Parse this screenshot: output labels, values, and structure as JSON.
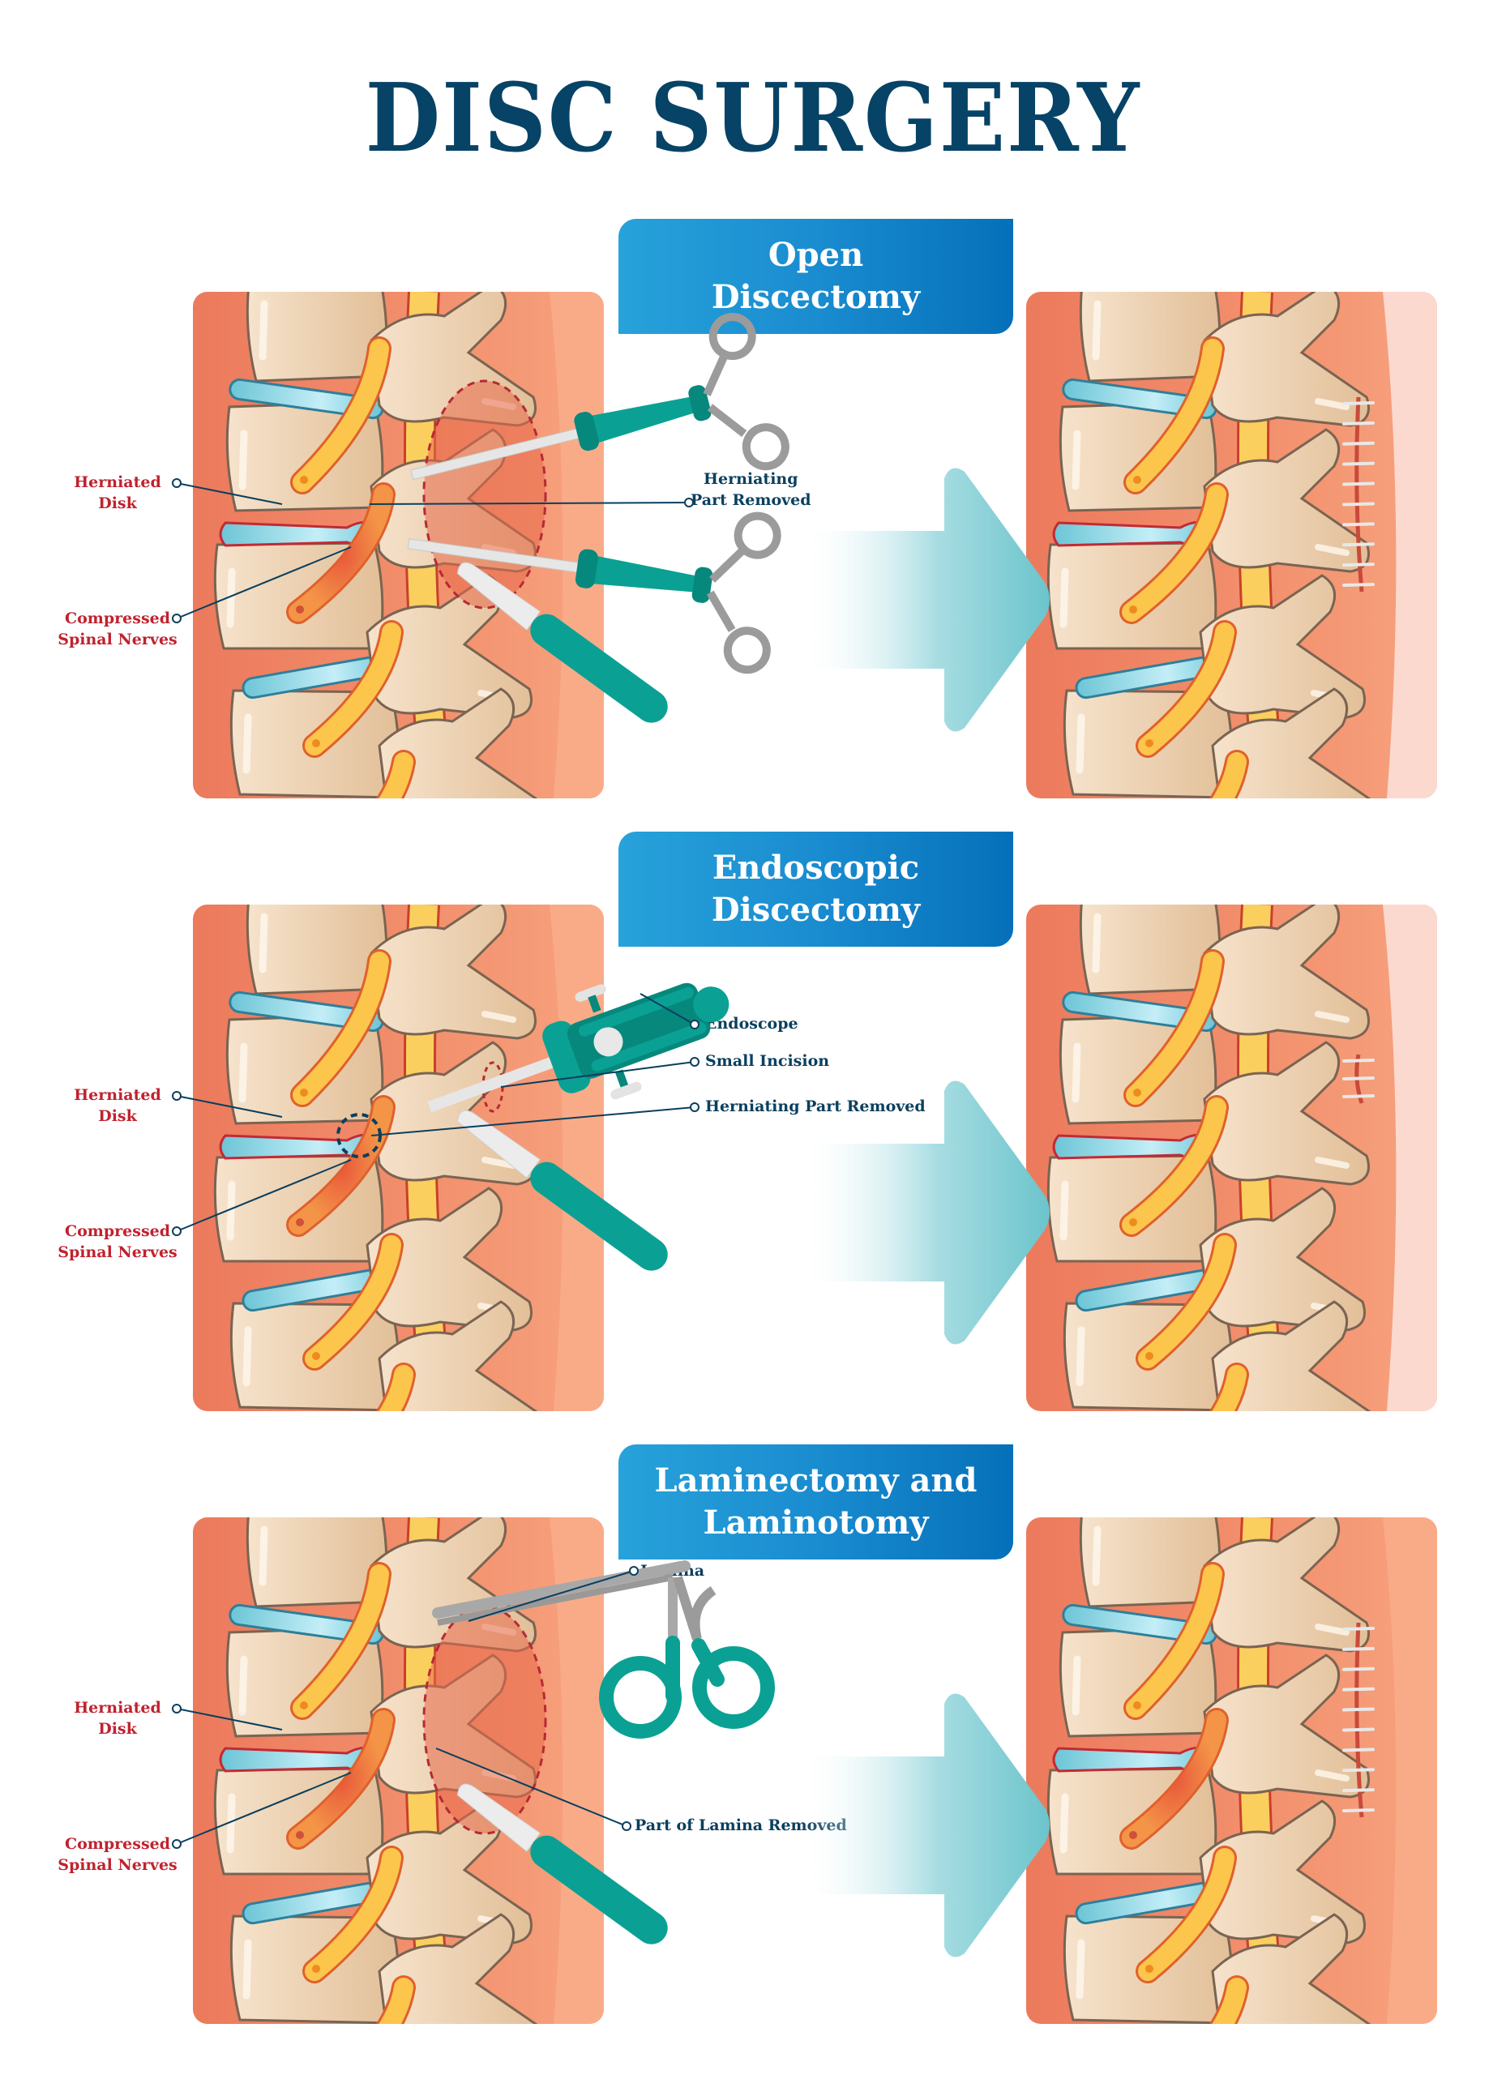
{
  "title": "DISC SURGERY",
  "colors": {
    "title": "#064366",
    "banner_start": "#27a2da",
    "banner_end": "#0570b9",
    "label_red": "#c0222e",
    "label_blue": "#0a3f5e",
    "panel_muscle": "#ee7f60",
    "bone": "#f2dcc2",
    "disc": "#8fd3e0",
    "nerve": "#fbc64a",
    "instrument": "#0aa194",
    "arrow": "#6fc4cc"
  },
  "sections": [
    {
      "heading_line1": "Open",
      "heading_line2": "Discectomy",
      "left_labels": {
        "herniated_line1": "Herniated",
        "herniated_line2": "Disk",
        "nerves_line1": "Compressed",
        "nerves_line2": "Spinal Nerves"
      },
      "callouts": [
        "Herniating",
        "Part Removed"
      ],
      "instruments": [
        "retractor-top",
        "retractor-bottom",
        "scalpel"
      ],
      "result": "sutured-long-incision"
    },
    {
      "heading_line1": "Endoscopic",
      "heading_line2": "Discectomy",
      "left_labels": {
        "herniated_line1": "Herniated",
        "herniated_line2": "Disk",
        "nerves_line1": "Compressed",
        "nerves_line2": "Spinal Nerves"
      },
      "callouts": [
        "Endoscope",
        "Small Incision",
        "Herniating Part Removed"
      ],
      "instruments": [
        "endoscope",
        "scalpel"
      ],
      "result": "sutured-small-incision"
    },
    {
      "heading_line1": "Laminectomy and",
      "heading_line2": "Laminotomy",
      "left_labels": {
        "herniated_line1": "Herniated",
        "herniated_line2": "Disk",
        "nerves_line1": "Compressed",
        "nerves_line2": "Spinal Nerves"
      },
      "callouts": [
        "Lamina",
        "Part of Lamina Removed"
      ],
      "instruments": [
        "kerrison-rongeur",
        "scalpel"
      ],
      "result": "sutured-long-incision-lamina-removed"
    }
  ]
}
